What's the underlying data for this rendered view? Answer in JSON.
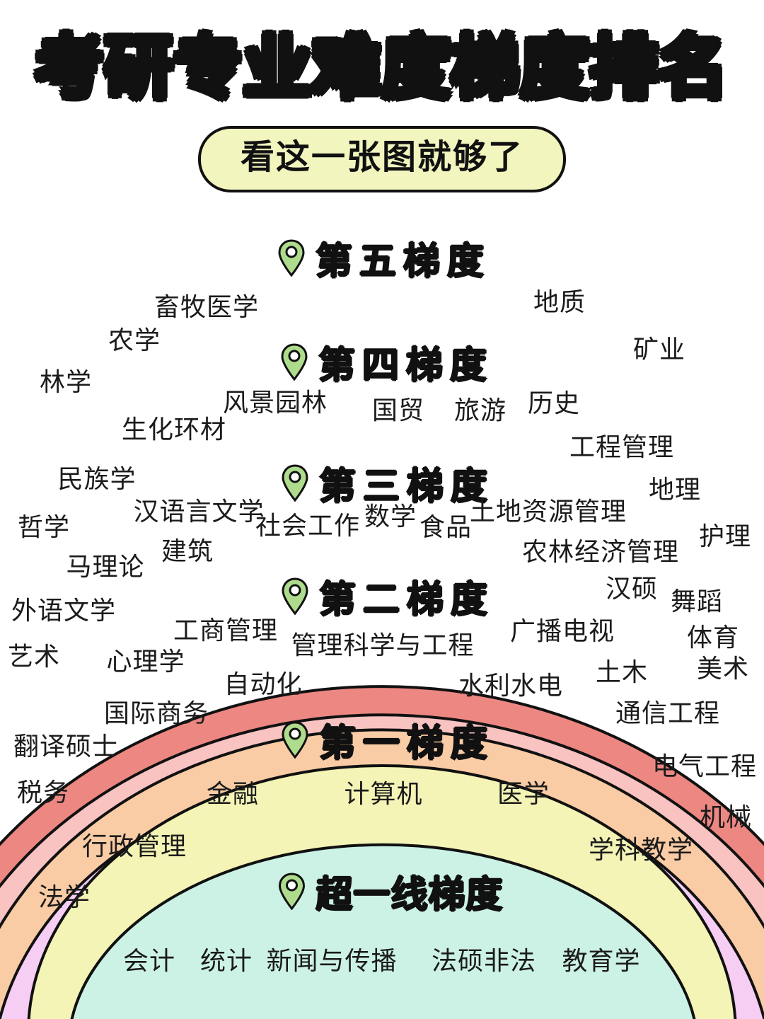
{
  "header": {
    "title": "考研专业难度梯度排名",
    "subtitle": "看这一张图就够了"
  },
  "icons": {
    "pin": "map-pin-icon"
  },
  "colors": {
    "tier5": "#ED8782",
    "tier4": "#F8C3C1",
    "tier3": "#F9CCA5",
    "tier2": "#F6CDF3",
    "tier1": "#F4F4B6",
    "tier0": "#CCF2E5",
    "outline": "#111111",
    "pin_fill": "#AEDC8C",
    "badge_fill": "#F2F5BE",
    "text": "#111111"
  },
  "chart_data": {
    "type": "nested-arch-tier-ranking",
    "title": "考研专业难度梯度排名",
    "subtitle": "看这一张图就够了",
    "note": "Nested semicircular arches, outermost = hardest tier (第五梯度), innermost = 超一线梯度",
    "tiers": [
      {
        "rank": 5,
        "label": "第五梯度",
        "color": "#ED8782",
        "majors": [
          "畜牧医学",
          "农学",
          "林学",
          "地质",
          "矿业"
        ]
      },
      {
        "rank": 4,
        "label": "第四梯度",
        "color": "#F8C3C1",
        "majors": [
          "风景园林",
          "国贸",
          "旅游",
          "历史",
          "生化环材",
          "民族学",
          "哲学",
          "工程管理",
          "地理"
        ]
      },
      {
        "rank": 3,
        "label": "第三梯度",
        "color": "#F9CCA5",
        "majors": [
          "汉语言文学",
          "社会工作",
          "数学",
          "食品",
          "土地资源管理",
          "建筑",
          "马理论",
          "外语文学",
          "艺术",
          "农林经济管理",
          "护理",
          "汉硕",
          "舞蹈",
          "体育",
          "美术"
        ]
      },
      {
        "rank": 2,
        "label": "第二梯度",
        "color": "#F6CDF3",
        "majors": [
          "工商管理",
          "管理科学与工程",
          "广播电视",
          "心理学",
          "自动化",
          "水利水电",
          "土木",
          "国际商务",
          "通信工程",
          "翻译硕士",
          "税务",
          "电气工程",
          "机械"
        ]
      },
      {
        "rank": 1,
        "label": "第一梯度",
        "color": "#F4F4B6",
        "majors": [
          "金融",
          "计算机",
          "医学",
          "行政管理",
          "学科教学",
          "法学"
        ]
      },
      {
        "rank": 0,
        "label": "超一线梯度",
        "color": "#CCF2E5",
        "majors": [
          "会计",
          "统计",
          "新闻与传播",
          "法硕非法",
          "教育学"
        ]
      }
    ]
  },
  "tier5": {
    "label": "第五梯度",
    "m": [
      "畜牧医学",
      "农学",
      "林学",
      "地质",
      "矿业"
    ]
  },
  "tier4": {
    "label": "第四梯度",
    "m": [
      "风景园林",
      "国贸",
      "旅游",
      "历史",
      "生化环材",
      "民族学",
      "哲学",
      "工程管理",
      "地理"
    ]
  },
  "tier3": {
    "label": "第三梯度",
    "m": [
      "汉语言文学",
      "社会工作",
      "数学",
      "食品",
      "土地资源管理",
      "建筑",
      "马理论",
      "外语文学",
      "艺术",
      "农林经济管理",
      "护理",
      "汉硕",
      "舞蹈",
      "体育",
      "美术"
    ]
  },
  "tier2": {
    "label": "第二梯度",
    "m": [
      "工商管理",
      "管理科学与工程",
      "广播电视",
      "心理学",
      "自动化",
      "水利水电",
      "土木",
      "国际商务",
      "通信工程",
      "翻译硕士",
      "税务",
      "电气工程",
      "机械"
    ]
  },
  "tier1": {
    "label": "第一梯度",
    "m": [
      "金融",
      "计算机",
      "医学",
      "行政管理",
      "学科教学",
      "法学"
    ]
  },
  "tier0": {
    "label": "超一线梯度",
    "m": [
      "会计",
      "统计",
      "新闻与传播",
      "法硕非法",
      "教育学"
    ]
  }
}
